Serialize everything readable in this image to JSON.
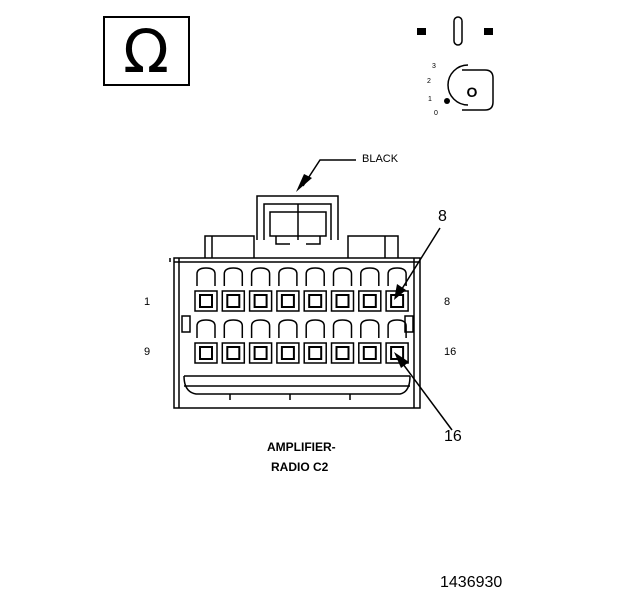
{
  "symbols": {
    "ohm_symbol": "Ω",
    "ignition_key_letter": "O",
    "ignition_positions": [
      "3",
      "2",
      "1",
      "0"
    ]
  },
  "connector": {
    "color_label": "BLACK",
    "name_line1": "AMPLIFIER-",
    "name_line2": "RADIO C2",
    "row_top_start": "1",
    "row_top_end": "8",
    "row_bottom_start": "9",
    "row_bottom_end": "16",
    "callout_top": "8",
    "callout_bottom": "16",
    "cavity_count": 16
  },
  "figure_number": "1436930"
}
